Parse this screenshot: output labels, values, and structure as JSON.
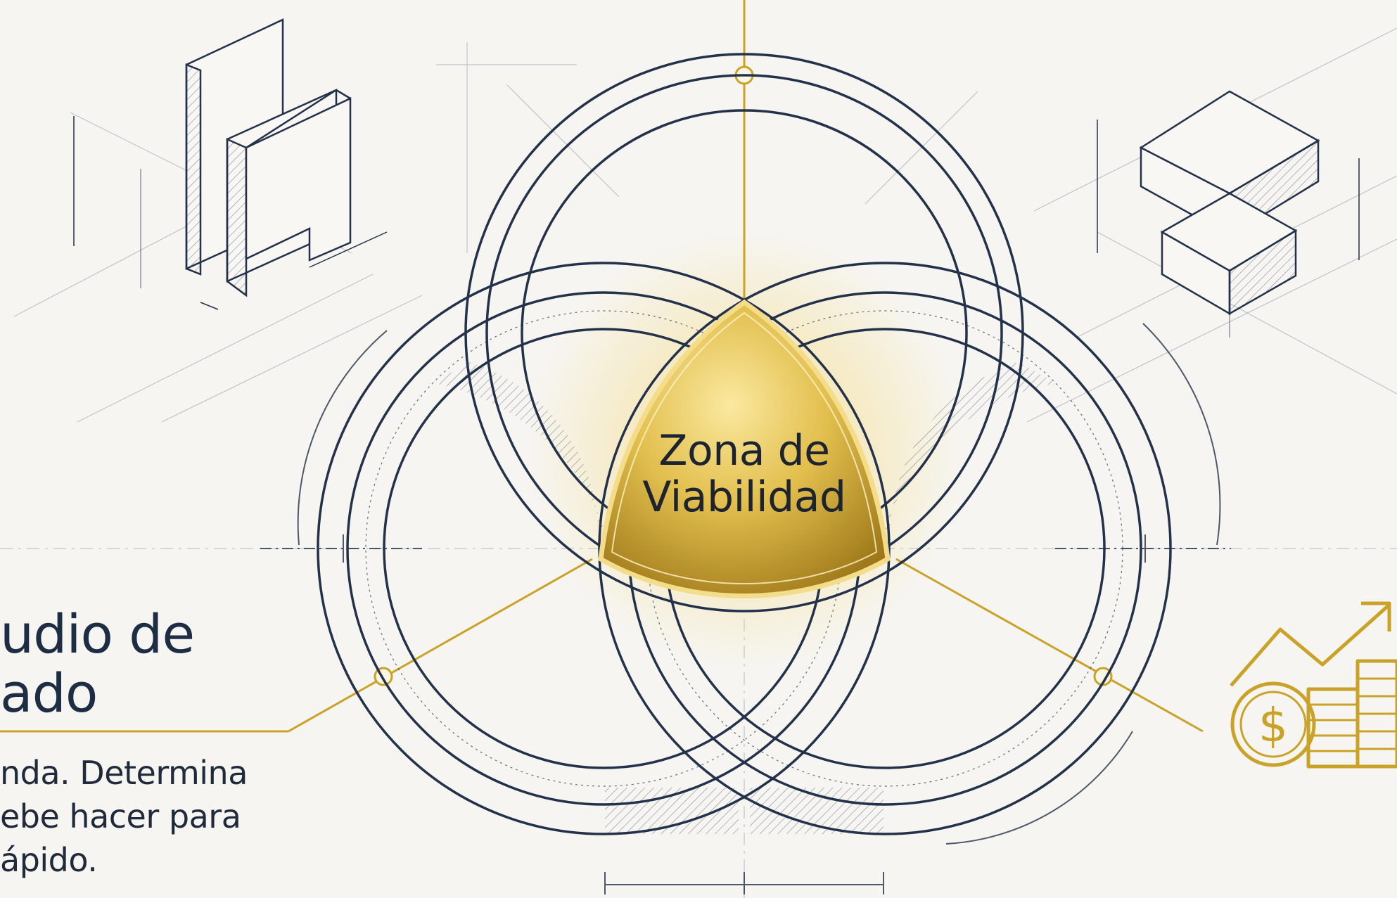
{
  "center": {
    "label_line1": "Zona de",
    "label_line2": "Viabilidad"
  },
  "left_block": {
    "title_line1": "udio de",
    "title_line2": "ado",
    "desc_line1": "nda. Determina",
    "desc_line2": "ebe hacer para",
    "desc_line3": "ápido."
  },
  "icons": {
    "top_left": "isometric-building-blocks-icon",
    "top_right": "isometric-stacked-boxes-icon",
    "right": "money-growth-chart-icon"
  },
  "colors": {
    "background": "#f6f5f1",
    "ink": "#23324a",
    "gold": "#c9a227",
    "gold_light": "#f3dc84",
    "text": "#1e2330"
  }
}
